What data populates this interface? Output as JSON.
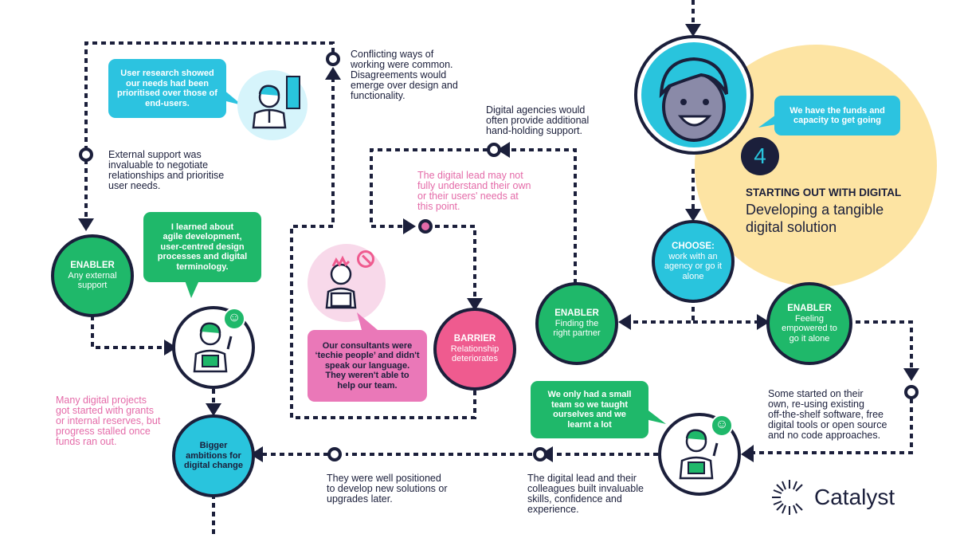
{
  "stage": {
    "number": "4",
    "title": "STARTING OUT WITH DIGITAL",
    "subtitle_line1": "Developing a tangible",
    "subtitle_line2": "digital solution"
  },
  "bubbles": {
    "funds": [
      "We have the funds and",
      "capacity  to get going"
    ],
    "user_research": [
      "User research showed",
      "our needs had been",
      "prioritised over those of",
      "end-users."
    ],
    "learned": [
      "I learned about",
      "agile development,",
      "user-centred design",
      "processes and digital",
      "terminology."
    ],
    "consultants": [
      "Our consultants were",
      "‘techie people’ and didn't",
      "speak our language.",
      "They weren't able to",
      "help our team."
    ],
    "small_team": [
      "We only had a small",
      "team so we taught",
      "ourselves and we",
      "learnt a lot"
    ]
  },
  "nodes": {
    "choose": {
      "title": "CHOOSE:",
      "lines": [
        "work with an",
        "agency or go it",
        "alone"
      ]
    },
    "enabler_partner": {
      "title": "ENABLER",
      "lines": [
        "Finding the",
        "right partner"
      ]
    },
    "enabler_empowered": {
      "title": "ENABLER",
      "lines": [
        "Feeling",
        "empowered to",
        "go it alone"
      ]
    },
    "enabler_external": {
      "title": "ENABLER",
      "lines": [
        "Any external",
        "support"
      ]
    },
    "barrier": {
      "title": "BARRIER",
      "lines": [
        "Relationship",
        "deteriorates"
      ]
    },
    "bigger": {
      "lines": [
        "Bigger",
        "ambitions for",
        "digital change"
      ]
    }
  },
  "notes": {
    "conflicting": [
      "Conflicting ways of",
      "working were common.",
      "Disagreements would",
      "emerge over design and",
      "functionality."
    ],
    "agencies": [
      "Digital agencies would",
      "often provide additional",
      "hand-holding support."
    ],
    "digital_lead": [
      "The digital lead may not",
      "fully understand their own",
      "or their users' needs at",
      "this point."
    ],
    "external_support": [
      "External support  was",
      "invaluable to negotiate",
      "relationships and prioritise",
      "user needs."
    ],
    "many_projects": [
      "Many digital projects",
      "got started with grants",
      "or internal reserves, but",
      "progress stalled once",
      "funds ran out."
    ],
    "some_started": [
      "Some started on their",
      "own, re-using existing",
      "off-the-shelf software, free",
      "digital tools or open source",
      "and no code approaches."
    ],
    "built_skills": [
      "The digital lead and their",
      "colleagues built invaluable",
      "skills, confidence and",
      "experience."
    ],
    "well_positioned": [
      "They were well positioned",
      "to develop new solutions or",
      "upgrades later."
    ]
  },
  "logo": {
    "name": "Catalyst"
  },
  "colors": {
    "navy": "#1b1f3b",
    "green": "#1fb86a",
    "blue": "#29c4dd",
    "pink": "#ef5b8f",
    "cream": "#fde4a3"
  }
}
